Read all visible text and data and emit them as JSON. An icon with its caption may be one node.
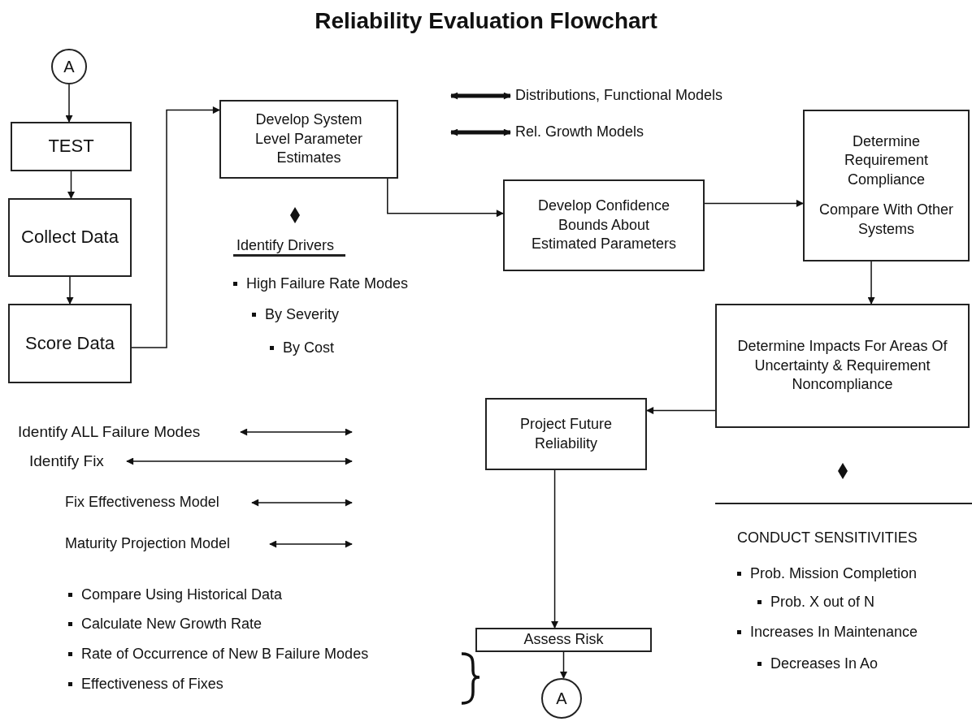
{
  "diagram": {
    "title": "Reliability Evaluation Flowchart",
    "nodes": [
      {
        "text": [
          "A"
        ]
      },
      {
        "text": [
          "TEST"
        ]
      },
      {
        "text": [
          "Collect Data"
        ]
      },
      {
        "text": [
          "Score Data"
        ]
      },
      {
        "text": [
          "Develop System Level Parameter Estimates"
        ]
      },
      {
        "text": [
          "Develop Confidence Bounds About Estimated Parameters"
        ]
      },
      {
        "text": [
          "Determine Requirement Compliance",
          "Compare With Other Systems"
        ]
      },
      {
        "text": [
          "Determine Impacts For Areas Of Uncertainty & Requirement Noncompliance"
        ]
      },
      {
        "text": [
          "Project Future Reliability"
        ]
      },
      {
        "text": [
          "Assess Risk"
        ]
      },
      {
        "text": [
          "A"
        ]
      },
      {
        "text": [
          "Distributions, Functional Models"
        ]
      },
      {
        "text": [
          "Rel. Growth Models"
        ]
      },
      {
        "text": [
          "Identify ALL Failure Modes"
        ]
      },
      {
        "text": [
          "Identify Fix"
        ]
      },
      {
        "text": [
          "Fix Effectiveness Model"
        ]
      },
      {
        "text": [
          "Maturity Projection Model"
        ]
      }
    ],
    "edges": [
      {
        "from": 0,
        "to": 1,
        "arrow": "to"
      },
      {
        "from": 1,
        "to": 2,
        "arrow": "to"
      },
      {
        "from": 2,
        "to": 3,
        "arrow": "to"
      },
      {
        "from": 3,
        "to": 4,
        "arrow": "to"
      },
      {
        "from": 4,
        "to": 5,
        "arrow": "to"
      },
      {
        "from": 5,
        "to": 6,
        "arrow": "to"
      },
      {
        "from": 6,
        "to": 7,
        "arrow": "to"
      },
      {
        "from": 7,
        "to": 8,
        "arrow": "to"
      },
      {
        "from": 8,
        "to": 9,
        "arrow": "to"
      },
      {
        "from": 9,
        "to": 10,
        "arrow": "to"
      },
      {
        "from": null,
        "to": 11,
        "arrow": "both",
        "style": "thick"
      },
      {
        "from": null,
        "to": 12,
        "arrow": "both",
        "style": "thick"
      },
      {
        "from": 13,
        "to": null,
        "arrow": "both"
      },
      {
        "from": 14,
        "to": null,
        "arrow": "both"
      },
      {
        "from": 15,
        "to": null,
        "arrow": "both"
      },
      {
        "from": 16,
        "to": null,
        "arrow": "both"
      }
    ],
    "labels": [
      "Identify Drivers",
      "High Failure Rate Modes",
      "By Severity",
      "By Cost",
      "Compare Using Historical Data",
      "Calculate New Growth Rate",
      "Rate of Occurrence of New B Failure Modes",
      "Effectiveness of Fixes",
      "CONDUCT SENSITIVITIES",
      "Prob. Mission Completion",
      "Prob. X out of N",
      "Increases In Maintenance",
      "Decreases In Ao"
    ]
  }
}
